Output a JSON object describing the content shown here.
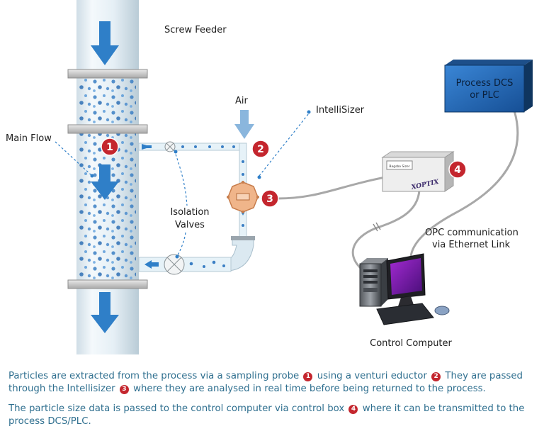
{
  "labels": {
    "screw_feeder": "Screw Feeder",
    "air": "Air",
    "intellisizer": "IntelliSizer",
    "main_flow": "Main Flow",
    "isolation_1": "Isolation",
    "isolation_2": "Valves",
    "process_dcs_1": "Process DCS",
    "process_dcs_2": "or PLC",
    "opc_1": "OPC communication",
    "opc_2": "via  Ethernet Link",
    "control_computer": "Control Computer",
    "control_box_label": "Bagsbo Sizer",
    "control_box_brand": "XOPTIX"
  },
  "badges": [
    "1",
    "2",
    "3",
    "4"
  ],
  "caption": {
    "p1": {
      "t1": "Particles are extracted from the process via a sampling probe",
      "b1": "1",
      "t2": "using a venturi eductor",
      "b2": "2",
      "t3": "They are passed through the Intellisizer",
      "b3": "3",
      "t4": "where they are analysed in real time before being returned to the process."
    },
    "p2": {
      "t1": "The particle size data is passed to the control computer via control box",
      "b4": "4",
      "t2": "where it can be transmitted to the process DCS/PLC."
    }
  },
  "colors": {
    "badge_red": "#c4262e",
    "flow_blue": "#2f7fc8",
    "pipe_light": "#e6f2f8",
    "dcs_blue": "#1b5fae",
    "caption_teal": "#2f6f8f",
    "cable_grey": "#a8a8a8"
  }
}
